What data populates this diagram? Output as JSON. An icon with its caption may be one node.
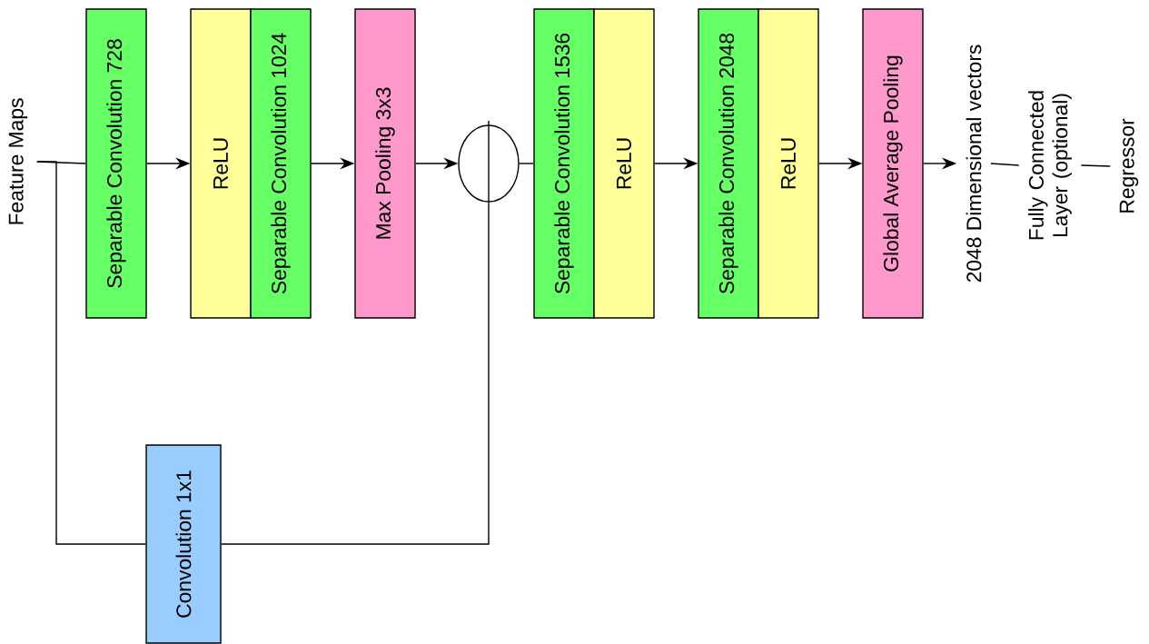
{
  "diagram": {
    "nodes": [
      {
        "text": [
          "Feature Maps"
        ]
      },
      {
        "text": [
          "Separable Convolution  728"
        ]
      },
      {
        "text": [
          "ReLU"
        ]
      },
      {
        "text": [
          "Separable Convolution 1024"
        ]
      },
      {
        "text": [
          "Max Pooling 3x3"
        ]
      },
      {
        "text": [],
        "shape": "circle"
      },
      {
        "text": [
          "Separable Convolution 1536"
        ]
      },
      {
        "text": [
          "ReLU"
        ]
      },
      {
        "text": [
          "Separable Convolution 2048"
        ]
      },
      {
        "text": [
          "ReLU"
        ]
      },
      {
        "text": [
          "Global Average Pooling"
        ]
      },
      {
        "text": [
          "2048 Dimensional vectors"
        ]
      },
      {
        "text": [
          "Fully Connected Layer (optional)"
        ]
      },
      {
        "text": [
          "Regressor"
        ]
      },
      {
        "text": [
          "Convolution 1x1"
        ]
      }
    ],
    "edges": [
      {
        "from": 0,
        "to": 1,
        "arrow": "none"
      },
      {
        "from": 1,
        "to": 2,
        "arrow": "to"
      },
      {
        "from": 3,
        "to": 4,
        "arrow": "to"
      },
      {
        "from": 4,
        "to": 5,
        "arrow": "to"
      },
      {
        "from": 5,
        "to": 6,
        "arrow": "none"
      },
      {
        "from": 7,
        "to": 8,
        "arrow": "to"
      },
      {
        "from": 9,
        "to": 10,
        "arrow": "to"
      },
      {
        "from": 10,
        "to": 11,
        "arrow": "to"
      },
      {
        "from": 11,
        "to": 12,
        "arrow": "none"
      },
      {
        "from": 12,
        "to": 13,
        "arrow": "none"
      },
      {
        "from": 0,
        "to": 14,
        "arrow": "none"
      },
      {
        "from": 14,
        "to": 5,
        "arrow": "none"
      }
    ]
  }
}
